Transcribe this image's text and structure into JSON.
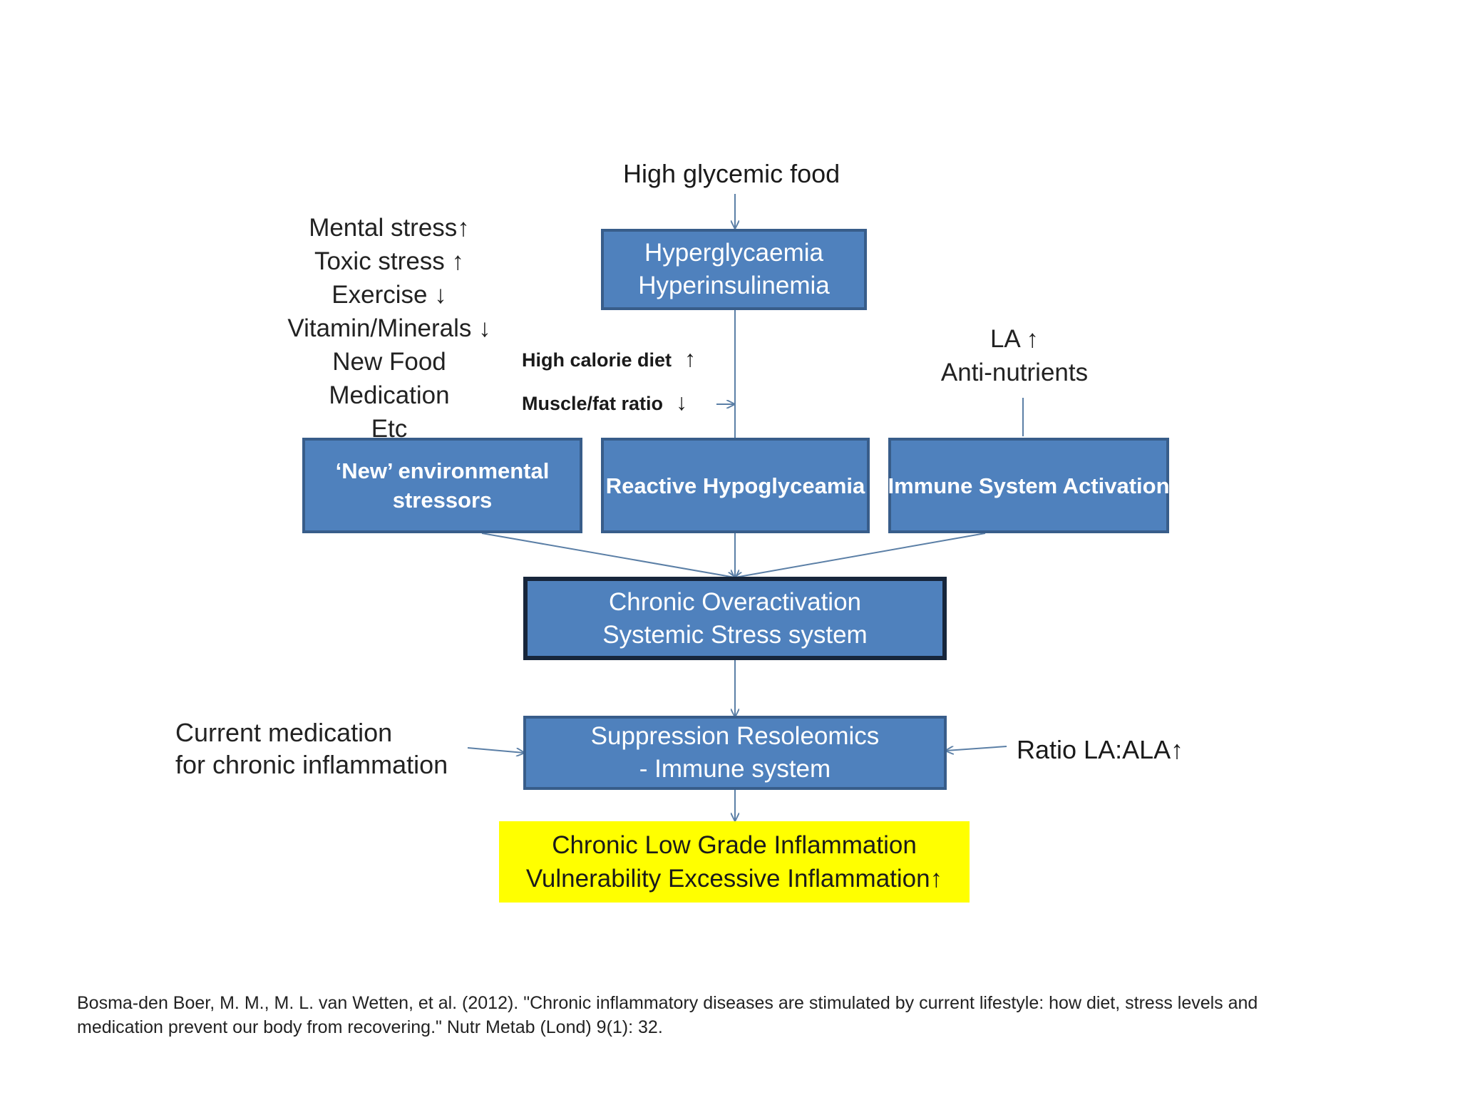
{
  "nodes": {
    "high_glycemic_food": "High glycemic food",
    "hyperglycaemia": [
      "Hyperglycaemia",
      "Hyperinsulinemia"
    ],
    "stress_factors": [
      "Mental stress↑",
      "Toxic stress ↑",
      "Exercise ↓",
      "Vitamin/Minerals ↓",
      "New Food",
      "Medication",
      "Etc"
    ],
    "high_calorie_diet": {
      "label": "High calorie diet",
      "arrow": "↑"
    },
    "muscle_fat_ratio": {
      "label": "Muscle/fat ratio",
      "arrow": "↓"
    },
    "la_factors": [
      "LA ↑",
      "Anti-nutrients"
    ],
    "new_env_stressors": [
      "‘New’ environmental",
      "stressors"
    ],
    "reactive_hypoglyceamia": "Reactive Hypoglyceamia",
    "immune_activation": "Immune System Activation",
    "chronic_overactivation": [
      "Chronic Overactivation",
      "Systemic Stress system"
    ],
    "current_medication": [
      "Current medication",
      "for chronic inflammation"
    ],
    "suppression": [
      "Suppression Resoleomics",
      "- Immune system"
    ],
    "ratio_la_ala": "Ratio LA:ALA↑",
    "chronic_low_grade": [
      "Chronic Low Grade Inflammation",
      "Vulnerability Excessive Inflammation↑"
    ]
  },
  "citation": [
    "Bosma-den Boer, M. M., M. L. van Wetten, et al. (2012). \"Chronic inflammatory diseases are stimulated by current lifestyle: how diet, stress levels and",
    "medication prevent our body from recovering.\" Nutr Metab (Lond) 9(1): 32."
  ],
  "colors": {
    "box_fill": "#4f81bd",
    "box_border": "#385d8a",
    "emphasis_border": "#17263b",
    "highlight": "#ffff00",
    "connector": "#5b7fa6"
  }
}
